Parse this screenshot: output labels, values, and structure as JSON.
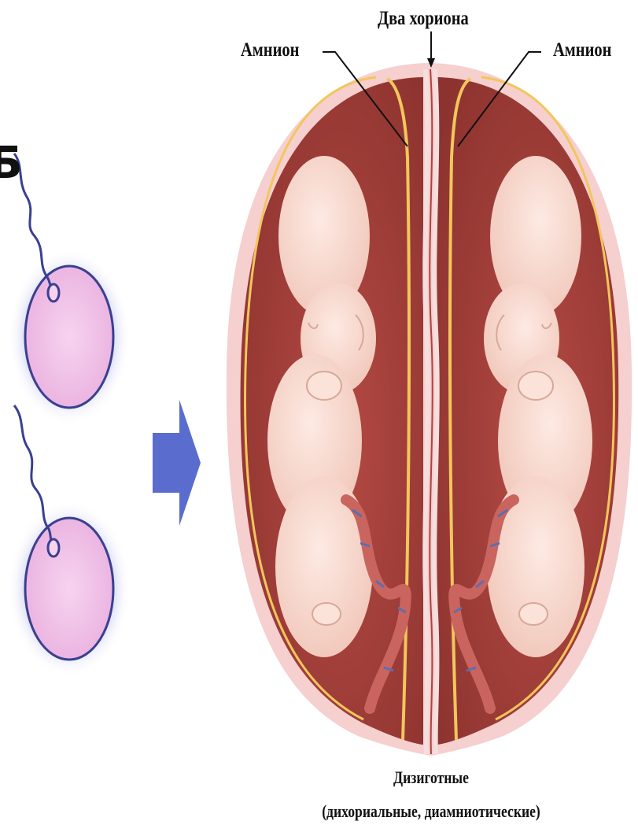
{
  "labels": {
    "two_chorions": "Два хориона",
    "amnion_left": "Амнион",
    "amnion_right": "Амнион",
    "caption_main": "Дизиготные",
    "caption_sub": "(дихориальные, диамниотические)",
    "edge_fragment": "Б"
  },
  "colors": {
    "sac_outer": "#f3c4c4",
    "sac_fluid": "#9a3a35",
    "amnion_line": "#f2c65c",
    "chorion_line": "#f5dede",
    "fetus_skin": "#f7d7cc",
    "cord": "#c9645f",
    "cord_marks": "#5b6fb0",
    "arrow": "#5a6ccd",
    "egg_fill": "#f4c8ea",
    "egg_halo": "#d5d7f3",
    "egg_outline": "#3a4090"
  },
  "icons": [
    "arrow-right-icon",
    "sperm-icon",
    "egg-cell-icon",
    "fetus-icon",
    "umbilical-cord-icon"
  ]
}
